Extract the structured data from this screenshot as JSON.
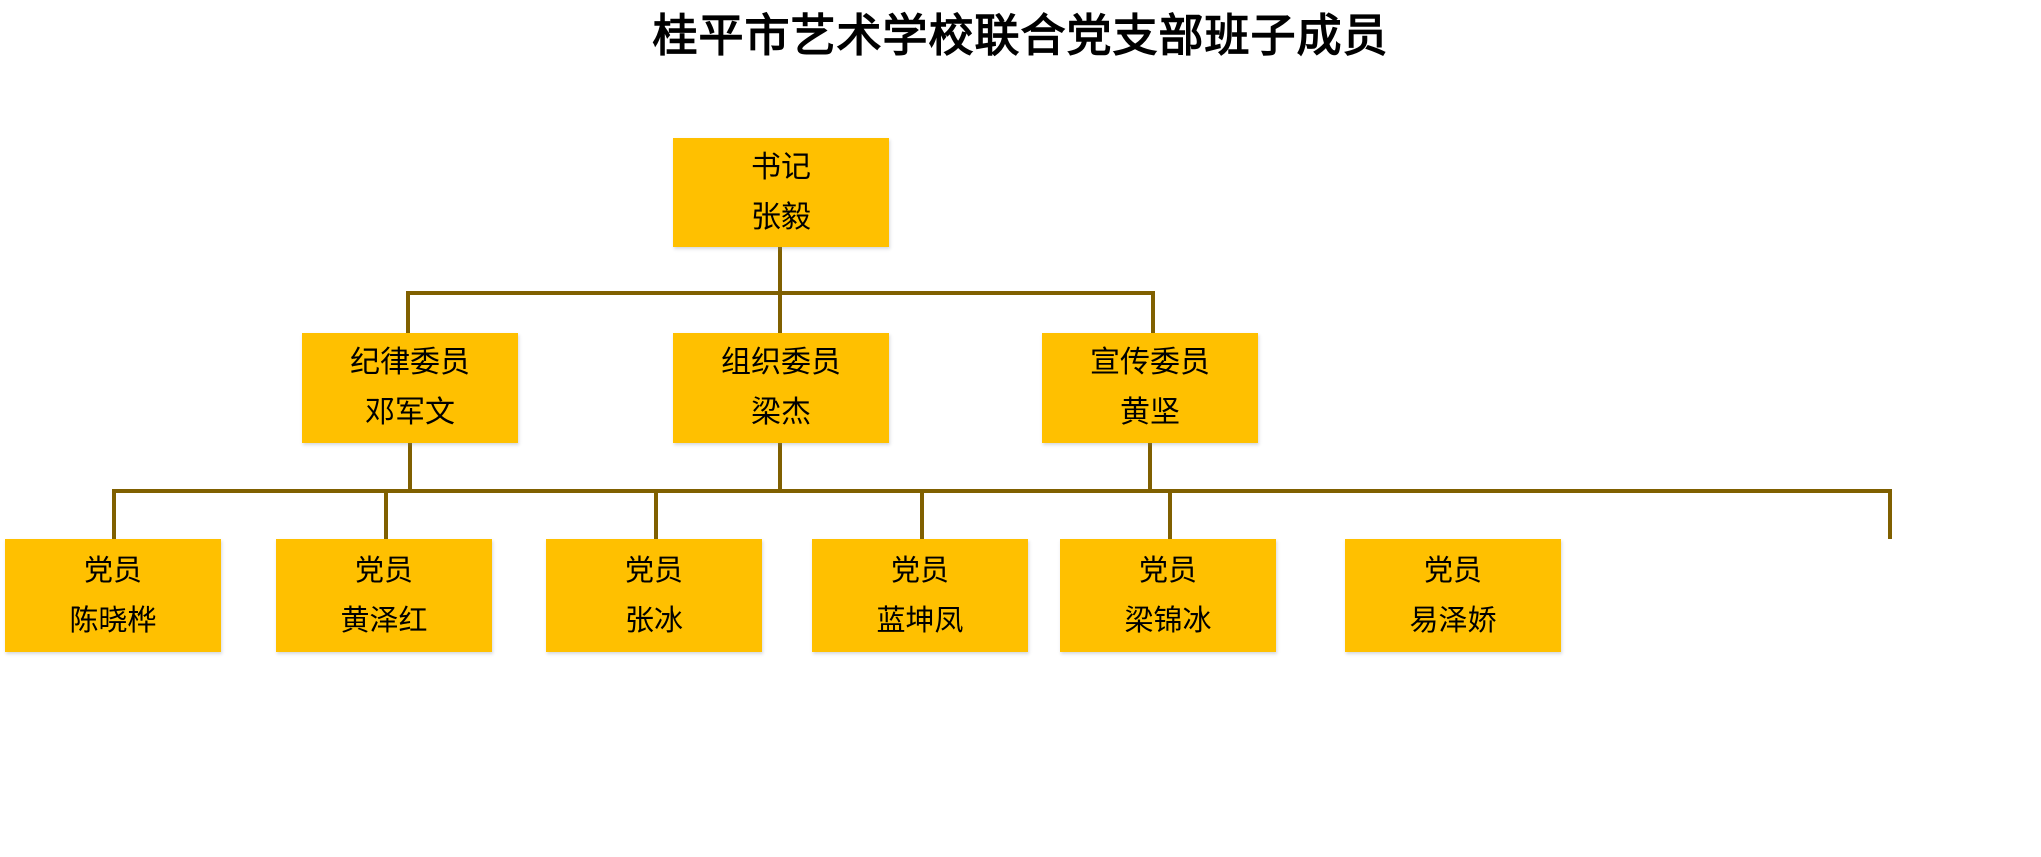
{
  "title": "桂平市艺术学校联合党支部班子成员",
  "colors": {
    "box_fill": "#FFC000",
    "connector": "#806000",
    "text": "#000000",
    "background": "#FFFFFF"
  },
  "chart_data": {
    "type": "diagram",
    "diagram_kind": "organization-chart",
    "title": "桂平市艺术学校联合党支部班子成员",
    "levels": 3,
    "nodes": [
      {
        "id": "n0",
        "level": 1,
        "role": "书记",
        "person": "张毅",
        "parent": null
      },
      {
        "id": "n1",
        "level": 2,
        "role": "纪律委员",
        "person": "邓军文",
        "parent": "n0"
      },
      {
        "id": "n2",
        "level": 2,
        "role": "组织委员",
        "person": "梁杰",
        "parent": "n0"
      },
      {
        "id": "n3",
        "level": 2,
        "role": "宣传委员",
        "person": "黄坚",
        "parent": "n0"
      },
      {
        "id": "n4",
        "level": 3,
        "role": "党员",
        "person": "陈晓桦",
        "parent": "n1"
      },
      {
        "id": "n5",
        "level": 3,
        "role": "党员",
        "person": "黄泽红",
        "parent": "n1"
      },
      {
        "id": "n6",
        "level": 3,
        "role": "党员",
        "person": "张冰",
        "parent": "n2"
      },
      {
        "id": "n7",
        "level": 3,
        "role": "党员",
        "person": "蓝坤凤",
        "parent": "n2"
      },
      {
        "id": "n8",
        "level": 3,
        "role": "党员",
        "person": "梁锦冰",
        "parent": "n3"
      },
      {
        "id": "n9",
        "level": 3,
        "role": "党员",
        "person": "易泽娇",
        "parent": "n3"
      }
    ]
  },
  "level1": {
    "node": {
      "role": "书记",
      "person": "张毅"
    }
  },
  "level2": {
    "nodes": [
      {
        "role": "纪律委员",
        "person": "邓军文"
      },
      {
        "role": "组织委员",
        "person": "梁杰"
      },
      {
        "role": "宣传委员",
        "person": "黄坚"
      }
    ]
  },
  "level3": {
    "nodes": [
      {
        "role": "党员",
        "person": "陈晓桦"
      },
      {
        "role": "党员",
        "person": "黄泽红"
      },
      {
        "role": "党员",
        "person": "张冰"
      },
      {
        "role": "党员",
        "person": "蓝坤凤"
      },
      {
        "role": "党员",
        "person": "梁锦冰"
      },
      {
        "role": "党员",
        "person": "易泽娇"
      }
    ]
  }
}
